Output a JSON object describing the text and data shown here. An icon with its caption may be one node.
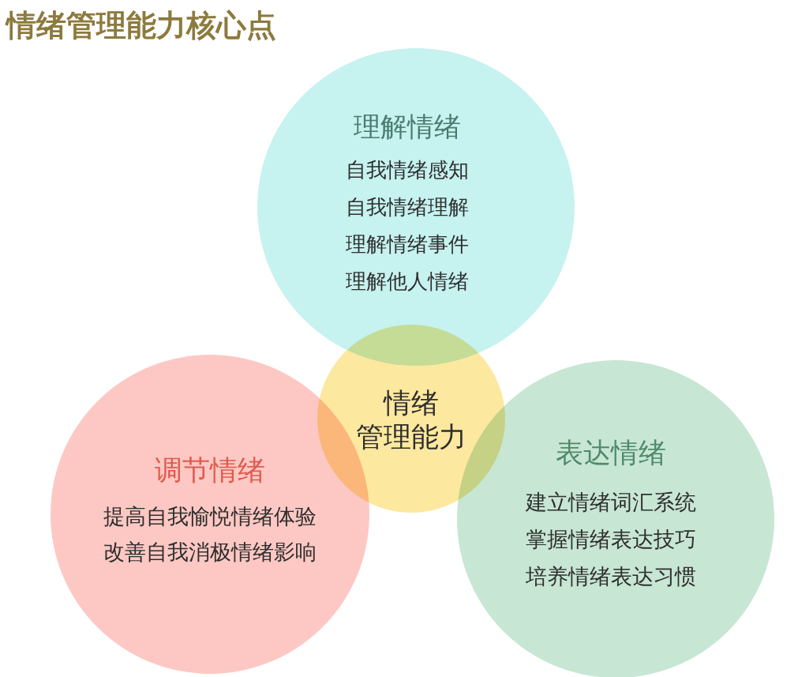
{
  "diagram": {
    "title": "情绪管理能力核心点",
    "nodes": [
      {
        "text": [
          "理解情绪",
          "自我情绪感知",
          "自我情绪理解",
          "理解情绪事件",
          "理解他人情绪"
        ]
      },
      {
        "text": [
          "情绪管理能力"
        ]
      },
      {
        "text": [
          "调节情绪",
          "提高自我愉悦情绪体验",
          "改善自我消极情绪影响"
        ]
      },
      {
        "text": [
          "表达情绪",
          "建立情绪词汇系统",
          "掌握情绪表达技巧",
          "培养情绪表达习惯"
        ]
      }
    ]
  }
}
